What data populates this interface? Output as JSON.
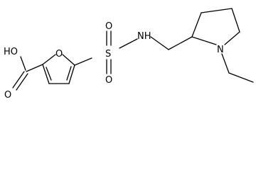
{
  "molecule": {
    "atoms": {
      "hydroxyl": "HO",
      "carbonyl_oxygen": "O",
      "furan_oxygen": "O",
      "sulfur": "S",
      "sulfonyl_oxygen_top": "O",
      "sulfonyl_oxygen_bottom": "O",
      "amine": "NH",
      "pyrrolidine_nitrogen": "N"
    },
    "colors": {
      "bond": "#000000",
      "label": "#000000",
      "background": "#ffffff"
    }
  }
}
